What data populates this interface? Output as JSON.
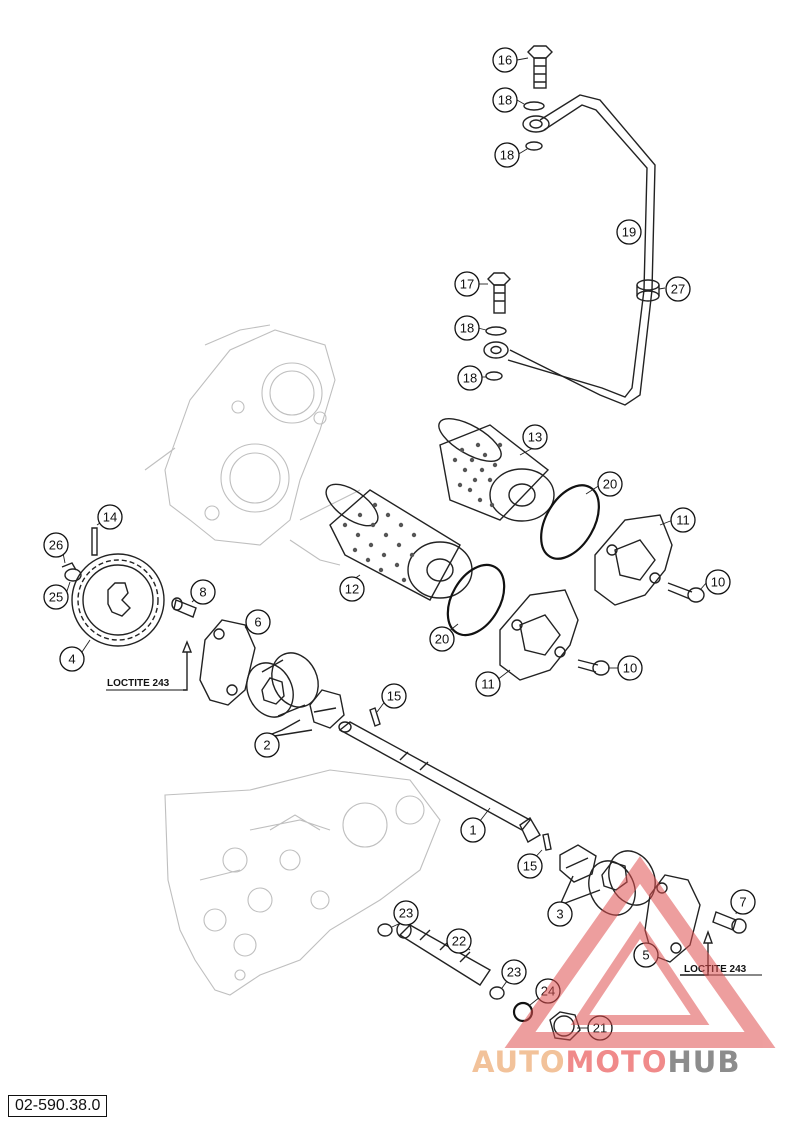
{
  "diagram": {
    "figure_code": "02-590.38.0",
    "callouts": {
      "p1": "1",
      "p2": "2",
      "p3": "3",
      "p4": "4",
      "p5": "5",
      "p6": "6",
      "p7": "7",
      "p8": "8",
      "p10a": "10",
      "p10b": "10",
      "p11a": "11",
      "p11b": "11",
      "p12": "12",
      "p13": "13",
      "p14": "14",
      "p15a": "15",
      "p15b": "15",
      "p16": "16",
      "p17": "17",
      "p18a": "18",
      "p18b": "18",
      "p18c": "18",
      "p18d": "18",
      "p19": "19",
      "p20a": "20",
      "p20b": "20",
      "p21": "21",
      "p22": "22",
      "p23a": "23",
      "p23b": "23",
      "p24": "24",
      "p25": "25",
      "p26": "26",
      "p27": "27"
    },
    "notes": {
      "loctite_left": "LOCTITE 243",
      "loctite_right": "LOCTITE 243"
    }
  },
  "watermark": {
    "part1": "AUTO",
    "part2": "MOTO",
    "part3": "HUB",
    "color_auto": "#f2c29a",
    "color_moto": "#f08a8a",
    "color_hub": "#8c8c8c",
    "triangle_color": "#e05050"
  }
}
